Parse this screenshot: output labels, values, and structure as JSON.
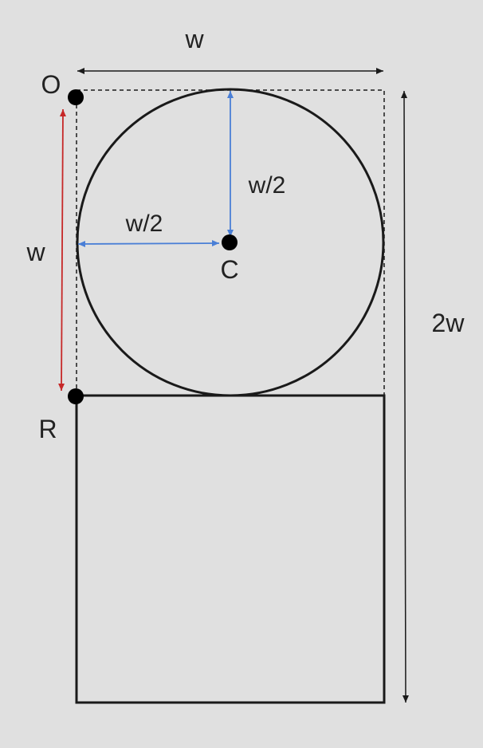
{
  "labels": {
    "top_width": "w",
    "origin": "O",
    "left_width": "w",
    "radius_horizontal": "w/2",
    "radius_vertical": "w/2",
    "center": "C",
    "rect_corner": "R",
    "total_height": "2w"
  },
  "colors": {
    "background": "#e0e0e0",
    "stroke": "#1a1a1a",
    "blue_arrow": "#4a7fd6",
    "red_arrow": "#c62828"
  }
}
